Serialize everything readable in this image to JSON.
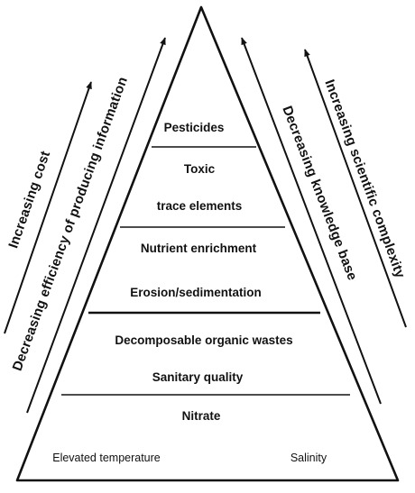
{
  "pyramid": {
    "tiers": {
      "tier1": {
        "label": "Pesticides"
      },
      "tier2": {
        "label_line1": "Toxic",
        "label_line2": "trace elements"
      },
      "tier3": {
        "label_line1": "Nutrient enrichment",
        "label_line2": "Erosion/sedimentation"
      },
      "tier4": {
        "label_line1": "Decomposable organic wastes",
        "label_line2": "Sanitary quality"
      },
      "tier5": {
        "label_line1": "Nitrate",
        "label_left": "Elevated temperature",
        "label_right": "Salinity"
      }
    }
  },
  "arrows": {
    "cost": "Increasing cost",
    "efficiency": "Decreasing efficiency of producing information",
    "knowledge": "Decreasing knowledge base",
    "complexity": "Increasing scientific complexity"
  },
  "colors": {
    "ink": "#111111",
    "background": "#ffffff"
  }
}
